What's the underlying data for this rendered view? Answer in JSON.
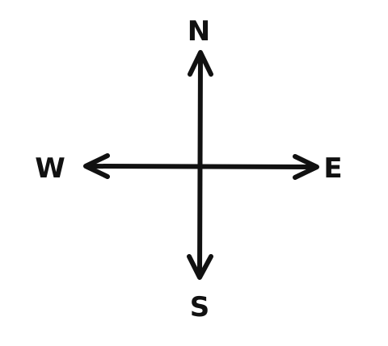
{
  "labels": {
    "north": "N",
    "south": "S",
    "east": "E",
    "west": "W"
  },
  "colors": {
    "ink": "#111111",
    "background": "#ffffff"
  }
}
